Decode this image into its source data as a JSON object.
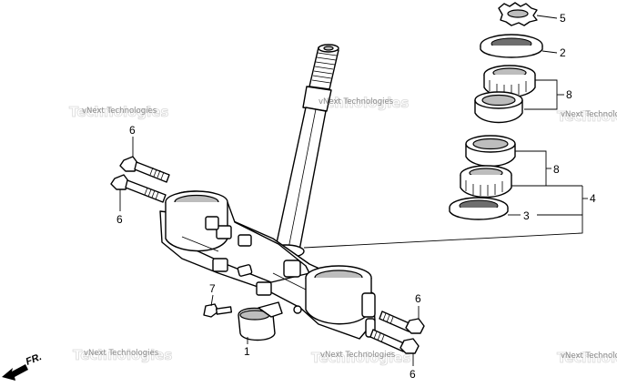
{
  "watermark": "vNext Technologies",
  "front_indicator": "FR.",
  "callouts": {
    "c5": "5",
    "c2": "2",
    "c8a": "8",
    "c8b": "8",
    "c3": "3",
    "c4": "4",
    "c6a": "6",
    "c6b": "6",
    "c6c": "6",
    "c6d": "6",
    "c7": "7",
    "c1": "1"
  }
}
